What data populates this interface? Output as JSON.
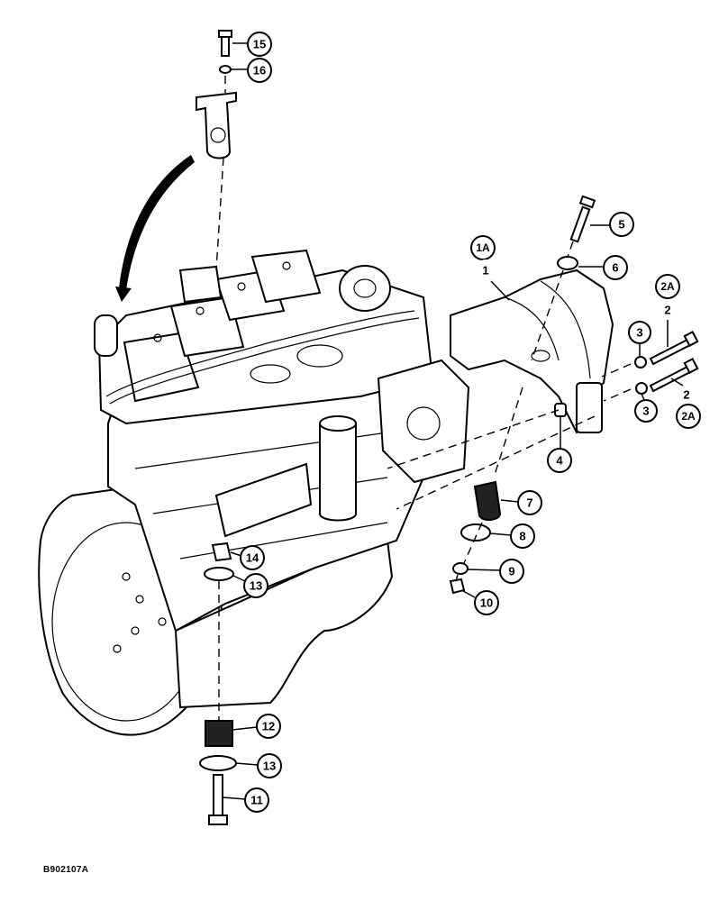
{
  "figure_id": "B902107A",
  "callouts": {
    "c15": "15",
    "c16": "16",
    "c5": "5",
    "c6": "6",
    "c1a": "1A",
    "c1": "1",
    "c2a_top": "2A",
    "c2_top": "2",
    "c3_top": "3",
    "c3_bottom": "3",
    "c2_bottom": "2",
    "c2a_bottom": "2A",
    "c4": "4",
    "c7": "7",
    "c8": "8",
    "c9": "9",
    "c10": "10",
    "c14": "14",
    "c13_upper": "13",
    "c12": "12",
    "c13_lower": "13",
    "c11": "11"
  }
}
